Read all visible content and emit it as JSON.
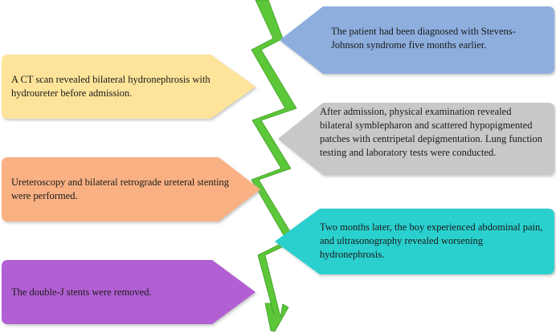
{
  "colors": {
    "timeline_arrow": "#5cc738",
    "shadow": "#bdbdbd"
  },
  "events": [
    {
      "side": "right",
      "color": "#8eaede",
      "text": "The patient had been diagnosed with Stevens-Johnson syndrome five months earlier."
    },
    {
      "side": "left",
      "color": "#fde49a",
      "text": "A CT scan revealed bilateral hydronephrosis with hydroureter before admission."
    },
    {
      "side": "right",
      "color": "#c8c8c8",
      "text": "After admission, physical examination revealed bilateral symblepharon and scattered hypopigmented patches with centripetal depigmentation. Lung function testing and laboratory tests were conducted."
    },
    {
      "side": "left",
      "color": "#f9b184",
      "text": "Ureteroscopy and bilateral retrograde ureteral stenting were performed."
    },
    {
      "side": "right",
      "color": "#2ad0ce",
      "text": "Two months later, the boy experienced abdominal pain, and ultrasonography revealed worsening hydronephrosis."
    },
    {
      "side": "left",
      "color": "#b25fd3",
      "text": "The double-J stents were removed."
    }
  ]
}
